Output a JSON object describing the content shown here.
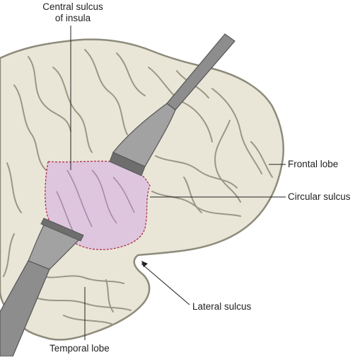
{
  "labels": {
    "central_sulcus_line1": "Central sulcus",
    "central_sulcus_line2": "of insula",
    "frontal_lobe": "Frontal lobe",
    "circular_sulcus": "Circular sulcus",
    "lateral_sulcus": "Lateral sulcus",
    "temporal_lobe": "Temporal lobe"
  },
  "colors": {
    "brain_fill": "#e9e6d8",
    "brain_outline": "#8e8b7b",
    "gyri_lines": "#9a9786",
    "insula_fill": "#ddc6de",
    "insula_border": "#b0304a",
    "retractor": "#9a9a9a",
    "leader_line": "#222222"
  }
}
